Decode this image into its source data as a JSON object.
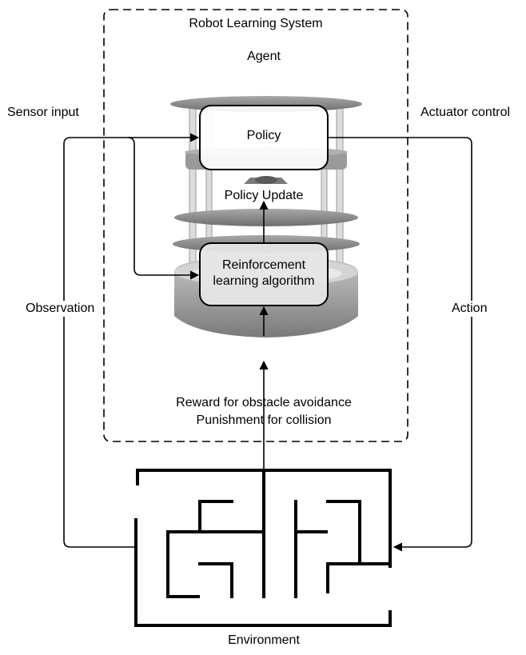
{
  "system_title": "Robot Learning System",
  "agent_label": "Agent",
  "policy_label": "Policy",
  "policy_update_label": "Policy Update",
  "rl_algorithm_label": "Reinforcement\nlearning algorithm",
  "reward_label": "Reward for obstacle avoidance",
  "punishment_label": "Punishment for collision",
  "sensor_input_label": "Sensor input",
  "actuator_control_label": "Actuator control",
  "observation_label": "Observation",
  "action_label": "Action",
  "environment_label": "Environment",
  "colors": {
    "line": "#000000",
    "rl_box_fill": "#e6e6e6",
    "robot_dark": "#8f8f8f",
    "robot_mid": "#b4b4b4",
    "robot_light": "#d9d9d9"
  }
}
